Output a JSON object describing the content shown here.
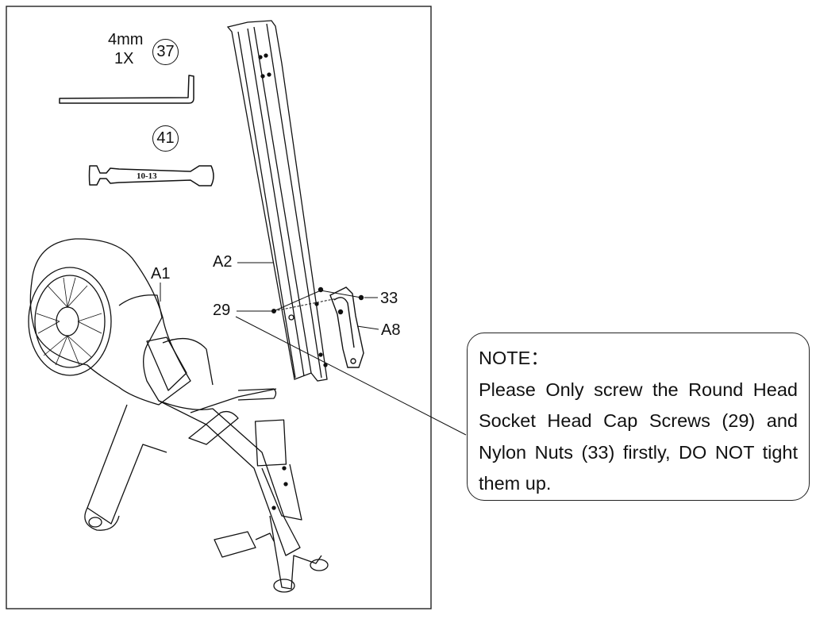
{
  "tools": {
    "hex_key": {
      "size": "4mm",
      "qty": "1X",
      "part_no": "37"
    },
    "wrench": {
      "part_no": "41",
      "stamp": "10-13"
    }
  },
  "callouts": {
    "a1": "A1",
    "a2": "A2",
    "a8": "A8",
    "p29": "29",
    "p33": "33"
  },
  "note": {
    "title": "NOTE：",
    "text": "Please Only screw the Round Head Socket Head Cap Screws (29) and Nylon Nuts (33) firstly, DO NOT tight them up."
  }
}
